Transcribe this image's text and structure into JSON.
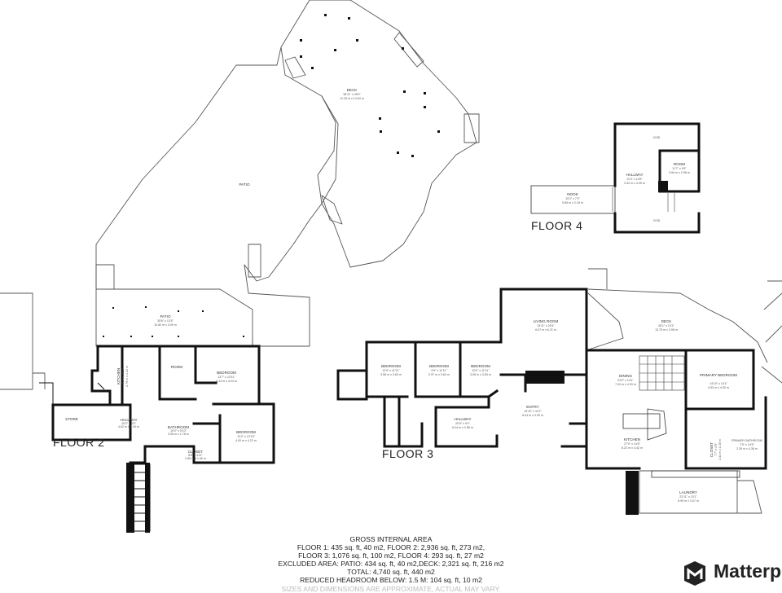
{
  "floors": {
    "floor2": "FLOOR 2",
    "floor3": "FLOOR 3",
    "floor4": "FLOOR 4"
  },
  "rooms": {
    "deck_top": {
      "name": "DECK",
      "dims": "36'11\" x 49'0\"",
      "metric": "11.25 m x 14.94 m"
    },
    "patio_large": {
      "name": "PATIO"
    },
    "patio": {
      "name": "PATIO",
      "dims": "35'6\" x 13'5\"",
      "metric": "10.82 m x 4.09 m"
    },
    "kitchen2": {
      "name": "KITCHEN",
      "dims": "9'2\" x 13'11\"",
      "metric": "2.79 m x 4.24 m"
    },
    "room2": {
      "name": "ROOM"
    },
    "bedroom2a": {
      "name": "BEDROOM",
      "dims": "13'7\" x 13'11\"",
      "metric": "4.13 m x 4.24 m"
    },
    "store": {
      "name": "STORE"
    },
    "hallway2": {
      "name": "HALLWAY",
      "dims": "15'2\" x 3'5\"",
      "metric": "4.62 m x 1.04 m"
    },
    "bathroom2": {
      "name": "BATHROOM",
      "dims": "10'0\" x 5'10\"",
      "metric": "3.05 m x 1.78 m"
    },
    "closet2": {
      "name": "CLOSET",
      "dims": "8'8\" x 4'11\"",
      "metric": "2.65 m x 1.50 m"
    },
    "bedroom2b": {
      "name": "BEDROOM",
      "dims": "13'2\" x 13'10\"",
      "metric": "4.00 m x 4.22 m"
    },
    "bedroom3a": {
      "name": "BEDROOM",
      "dims": "11'9\" x 11'11\"",
      "metric": "3.58 m x 3.63 m"
    },
    "bedroom3b": {
      "name": "BEDROOM",
      "dims": "9'9\" x 11'11\"",
      "metric": "2.97 m x 3.63 m"
    },
    "bedroom3c": {
      "name": "BEDROOM",
      "dims": "10'0\" x 11'11\"",
      "metric": "3.06 m x 3.63 m"
    },
    "living": {
      "name": "LIVING ROOM",
      "dims": "19'11\" x 20'4\"",
      "metric": "6.07 m x 6.21 m"
    },
    "entry": {
      "name": "ENTRY",
      "dims": "19'10\" x 11'2\"",
      "metric": "6.04 m x 3.39 m"
    },
    "hallway3": {
      "name": "HALLWAY",
      "dims": "20'5\" x 9'4\"",
      "metric": "6.24 m x 2.85 m"
    },
    "deck_right": {
      "name": "DECK",
      "dims": "45'1\" x 13'1\"",
      "metric": "13.75 m x 3.98 m"
    },
    "dining": {
      "name": "DINING",
      "dims": "24'0\" x 14'1\"",
      "metric": "7.32 m x 4.29 m"
    },
    "kitchen3": {
      "name": "KITCHEN",
      "dims": "27'0\" x 14'6\"",
      "metric": "8.22 m x 4.42 m"
    },
    "primary_bedroom": {
      "name": "PRIMARY BEDROOM",
      "dims": "14'10\" x 14'1\"",
      "metric": "4.53 m x 4.30 m"
    },
    "closet3": {
      "name": "CLOSET",
      "dims": "7'7\" x 4'9\"",
      "metric": "2.31 m x 1.45 m"
    },
    "primary_bath": {
      "name": "PRIMARY BATHROOM",
      "dims": "7'9\" x 14'5\"",
      "metric": "2.35 m x 4.38 m"
    },
    "laundry": {
      "name": "LAUNDRY",
      "dims": "22'11\" x 10'1\"",
      "metric": "6.99 m x 3.07 m"
    },
    "void_top": {
      "name": "VOID"
    },
    "void_bottom": {
      "name": "VOID"
    },
    "room4": {
      "name": "ROOM",
      "dims": "11'7\" x 9'9\"",
      "metric": "3.54 m x 2.98 m"
    },
    "hallway4": {
      "name": "HALLWAY",
      "dims": "11'3\" x 14'5\"",
      "metric": "3.42 m x 4.39 m"
    },
    "nook": {
      "name": "NOOK",
      "dims": "19'2\" x 7'2\"",
      "metric": "5.85 m x 2.18 m"
    }
  },
  "summary": {
    "title": "GROSS INTERNAL AREA",
    "line1": "FLOOR 1: 435 sq. ft, 40 m2, FLOOR 2: 2,936 sq. ft, 273 m2,",
    "line2": "FLOOR 3: 1,076 sq. ft, 100 m2, FLOOR 4: 293 sq. ft, 27 m2",
    "line3": "EXCLUDED AREA: PATIO: 434 sq. ft, 40 m2,DECK: 2,321 sq. ft, 216 m2",
    "line4": "TOTAL: 4,740 sq. ft, 440 m2",
    "line5": "REDUCED HEADROOM BELOW: 1.5 M: 104 sq. ft, 10 m2",
    "note": "SIZES AND DIMENSIONS ARE APPROXIMATE, ACTUAL MAY VARY."
  },
  "brand": {
    "name": "Matterport",
    "logo_icon": "matterport-cube-icon"
  },
  "colors": {
    "wall": "#111111",
    "line": "#555555",
    "background": "#ffffff"
  }
}
